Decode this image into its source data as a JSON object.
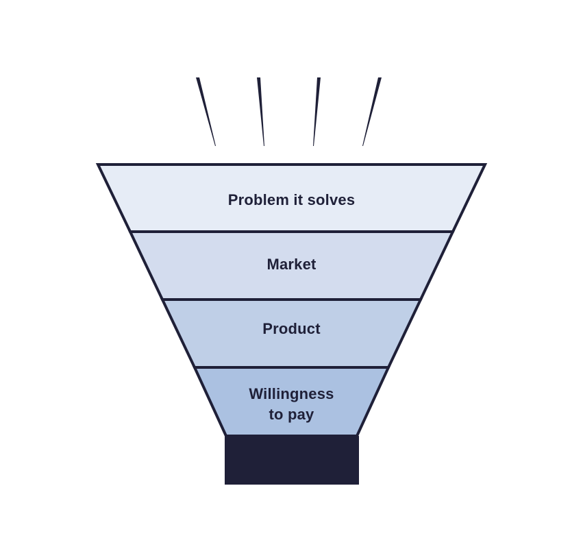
{
  "diagram": {
    "type": "funnel",
    "stages": [
      {
        "lines": [
          "Problem it solves"
        ],
        "color": "#e6ecf6"
      },
      {
        "lines": [
          "Market"
        ],
        "color": "#d3dcee"
      },
      {
        "lines": [
          "Product"
        ],
        "color": "#bfcfe7"
      },
      {
        "lines": [
          "Willingness",
          "to pay"
        ],
        "color": "#abc1e1"
      }
    ],
    "outline_color": "#1f2038",
    "spout_color": "#1f2038",
    "drop_lines": 4
  }
}
